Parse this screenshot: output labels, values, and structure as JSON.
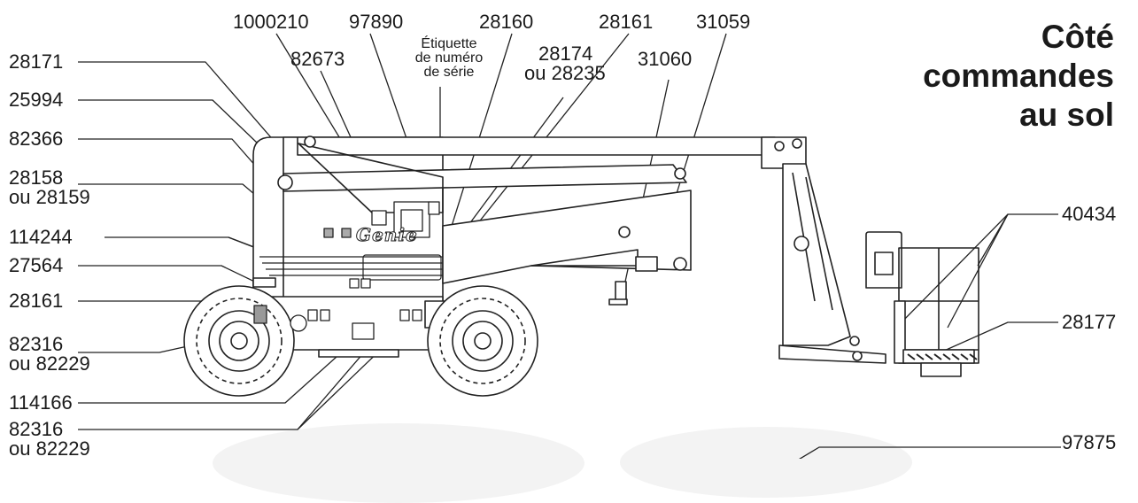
{
  "title": {
    "line1": "Côté",
    "line2": "commandes",
    "line3": "au sol"
  },
  "brand_text": "Genie",
  "serial_label": {
    "line1": "Étiquette",
    "line2": "de numéro",
    "line3": "de série"
  },
  "top_labels": {
    "p1000210": "1000210",
    "p97890": "97890",
    "p28160": "28160",
    "p28161_top": "28161",
    "p31059": "31059",
    "p82673": "82673",
    "p28174_line1": "28174",
    "p28174_line2": "ou 28235",
    "p31060": "31060"
  },
  "left_labels": {
    "p28171": "28171",
    "p25994": "25994",
    "p82366": "82366",
    "p28158_line1": "28158",
    "p28158_line2": "ou 28159",
    "p114244": "114244",
    "p27564": "27564",
    "p28161_left": "28161",
    "p82316a_line1": "82316",
    "p82316a_line2": "ou 82229",
    "p114166": "114166",
    "p82316b_line1": "82316",
    "p82316b_line2": "ou 82229"
  },
  "right_labels": {
    "p40434": "40434",
    "p28177": "28177",
    "p97875": "97875"
  }
}
